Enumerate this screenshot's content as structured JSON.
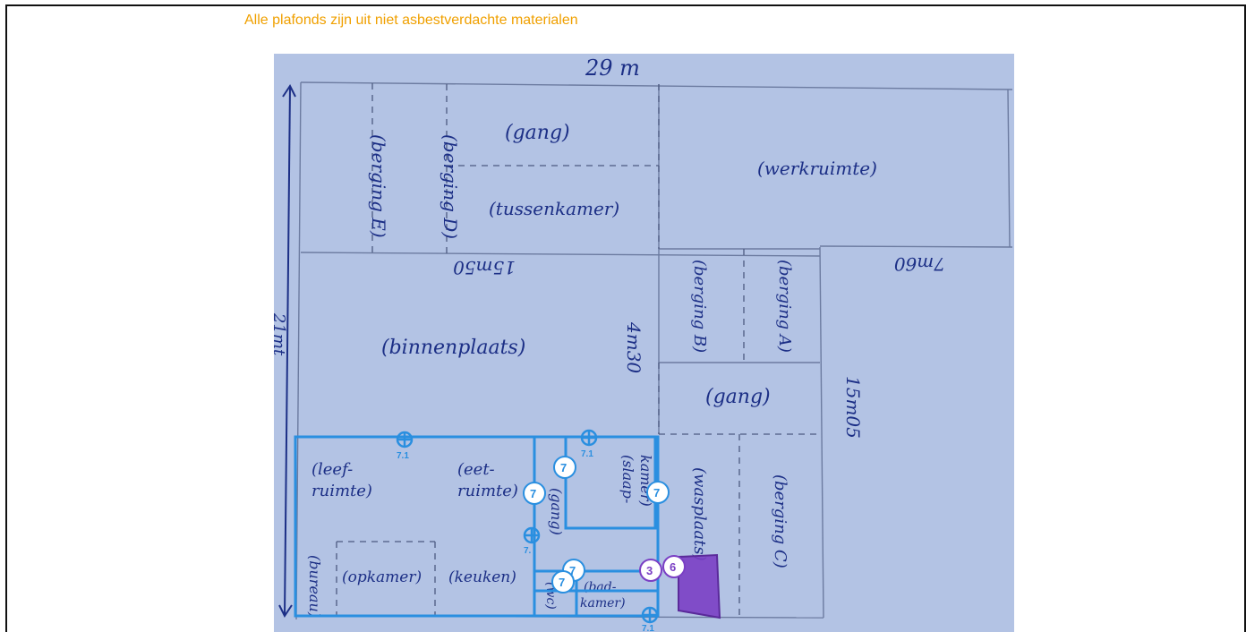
{
  "notice": "Alle plafonds zijn uit niet asbestverdachte materialen",
  "colors": {
    "paper": "#b9c8e6",
    "ink": "#1c2f86",
    "overlay_blue": "#2a8fe0",
    "overlay_purple": "#7a3fc4",
    "notice": "#f0a000"
  },
  "plan": {
    "dims": {
      "top_width": "29 m",
      "binnenplaats_width": "15m50",
      "mid_height": "4m30",
      "right_width": "7m60",
      "right_height": "15m05",
      "left_height": "21mt"
    },
    "rooms": {
      "berging_e": "(berging E)",
      "berging_d": "(berging D)",
      "gang_top": "(gang)",
      "tussenkamer": "(tussenkamer)",
      "werkruimte": "(werkruimte)",
      "binnenplaats": "(binnenplaats)",
      "berging_b": "(berging B)",
      "berging_a": "(berging A)",
      "gang_mid": "(gang)",
      "leefruimte_1": "(leef-",
      "leefruimte_2": "ruimte)",
      "eetruimte_1": "(eet-",
      "eetruimte_2": "ruimte)",
      "gang_small": "(gang)",
      "slaapkamer_1": "(slaap-",
      "slaapkamer_2": "kamer)",
      "wasplaats": "(wasplaats)",
      "berging_c": "(berging C)",
      "bureau": "(bureau)",
      "opkamer": "(opkamer)",
      "keuken": "(keuken)",
      "wc": "(wc)",
      "badkamer_1": "(bad-",
      "badkamer_2": "kamer)"
    },
    "markers": {
      "m7a": "7",
      "m7b": "7",
      "m7c": "7",
      "m7d": "7",
      "m7e": "7",
      "m3": "3",
      "m6": "6",
      "s71a": "7.1",
      "s71b": "7.1",
      "s7c": "7.",
      "s71d": "7.1"
    }
  }
}
